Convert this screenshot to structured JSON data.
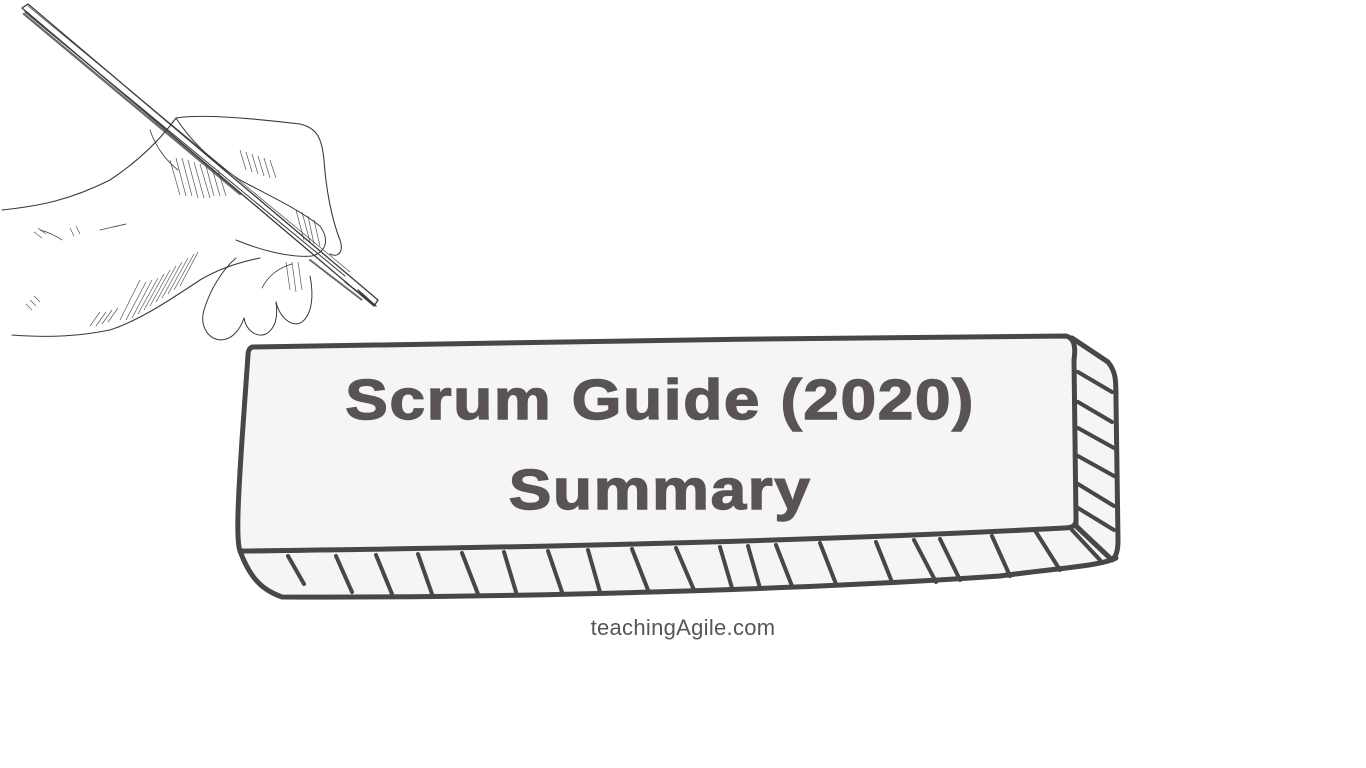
{
  "title": {
    "line1": "Scrum Guide (2020)",
    "line2": "Summary"
  },
  "footer": {
    "site": "teachingAgile.com"
  },
  "illustrations": {
    "hand": "hand-writing-with-pencil-icon",
    "box": "3d-sign-box"
  },
  "colors": {
    "text": "#595353",
    "outline": "#4a4647",
    "box_fill": "#f5f5f5",
    "background": "#ffffff"
  }
}
